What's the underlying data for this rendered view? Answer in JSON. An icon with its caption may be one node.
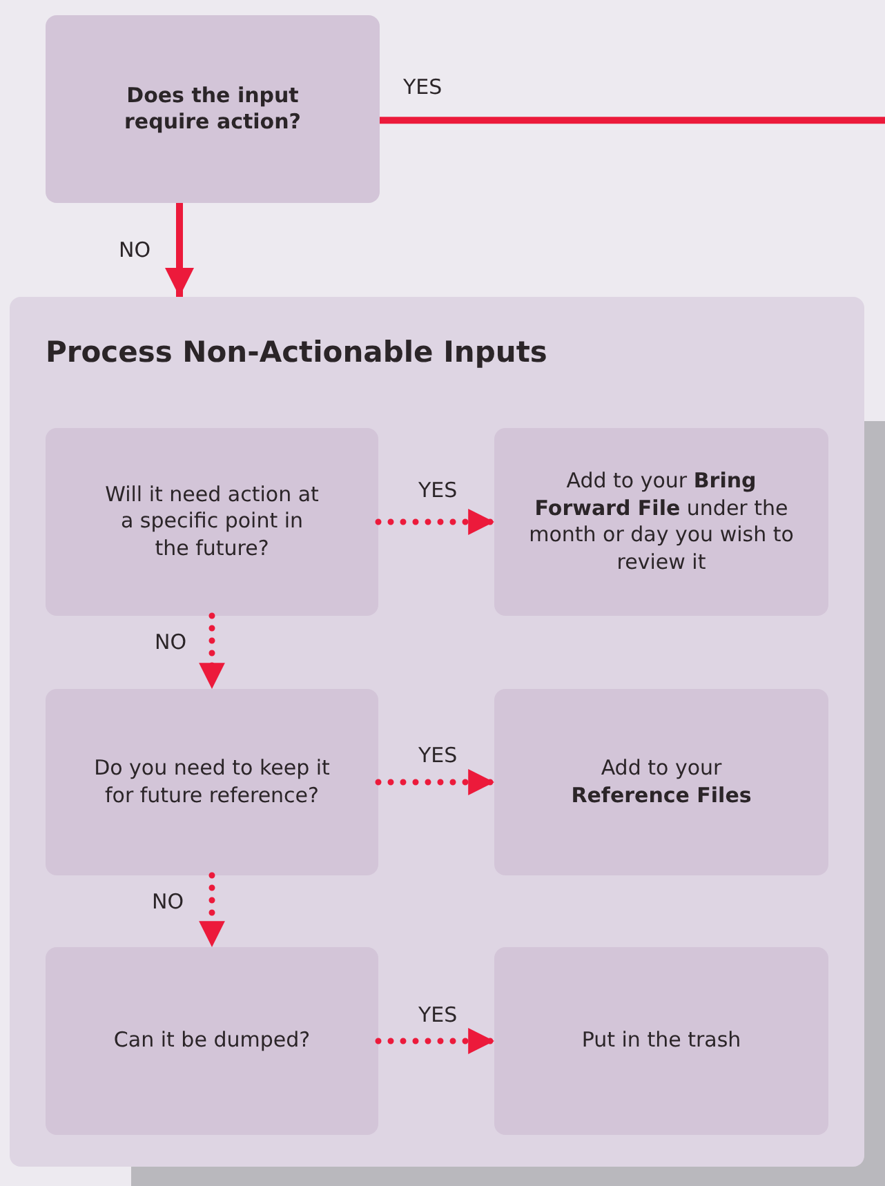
{
  "diagram": {
    "nodes": [
      {
        "text": [
          "Does the input require action?"
        ]
      },
      {
        "text": [
          "Process Non-Actionable Inputs"
        ]
      },
      {
        "text": [
          "Will it need action at a specific point in the future?"
        ],
        "in": 1
      },
      {
        "text": [
          "Add to your **Bring Forward File** under the month or day you wish to review it"
        ],
        "in": 1
      },
      {
        "text": [
          "Do you need to keep it for future reference?"
        ],
        "in": 1
      },
      {
        "text": [
          "Add to your **Reference Files**"
        ],
        "in": 1
      },
      {
        "text": [
          "Can it be dumped?"
        ],
        "in": 1
      },
      {
        "text": [
          "Put in the trash"
        ],
        "in": 1
      }
    ],
    "edges": [
      {
        "from": 0,
        "to": null,
        "arrow": "none",
        "label": "YES"
      },
      {
        "from": 0,
        "to": 1,
        "arrow": "to",
        "label": "NO"
      },
      {
        "from": 2,
        "to": 3,
        "arrow": "to",
        "label": "YES",
        "style": "dashed"
      },
      {
        "from": 2,
        "to": 4,
        "arrow": "to",
        "label": "NO",
        "style": "dashed"
      },
      {
        "from": 4,
        "to": 5,
        "arrow": "to",
        "label": "YES",
        "style": "dashed"
      },
      {
        "from": 4,
        "to": 6,
        "arrow": "to",
        "label": "NO",
        "style": "dashed"
      },
      {
        "from": 6,
        "to": 7,
        "arrow": "to",
        "label": "YES",
        "style": "dashed"
      }
    ]
  }
}
